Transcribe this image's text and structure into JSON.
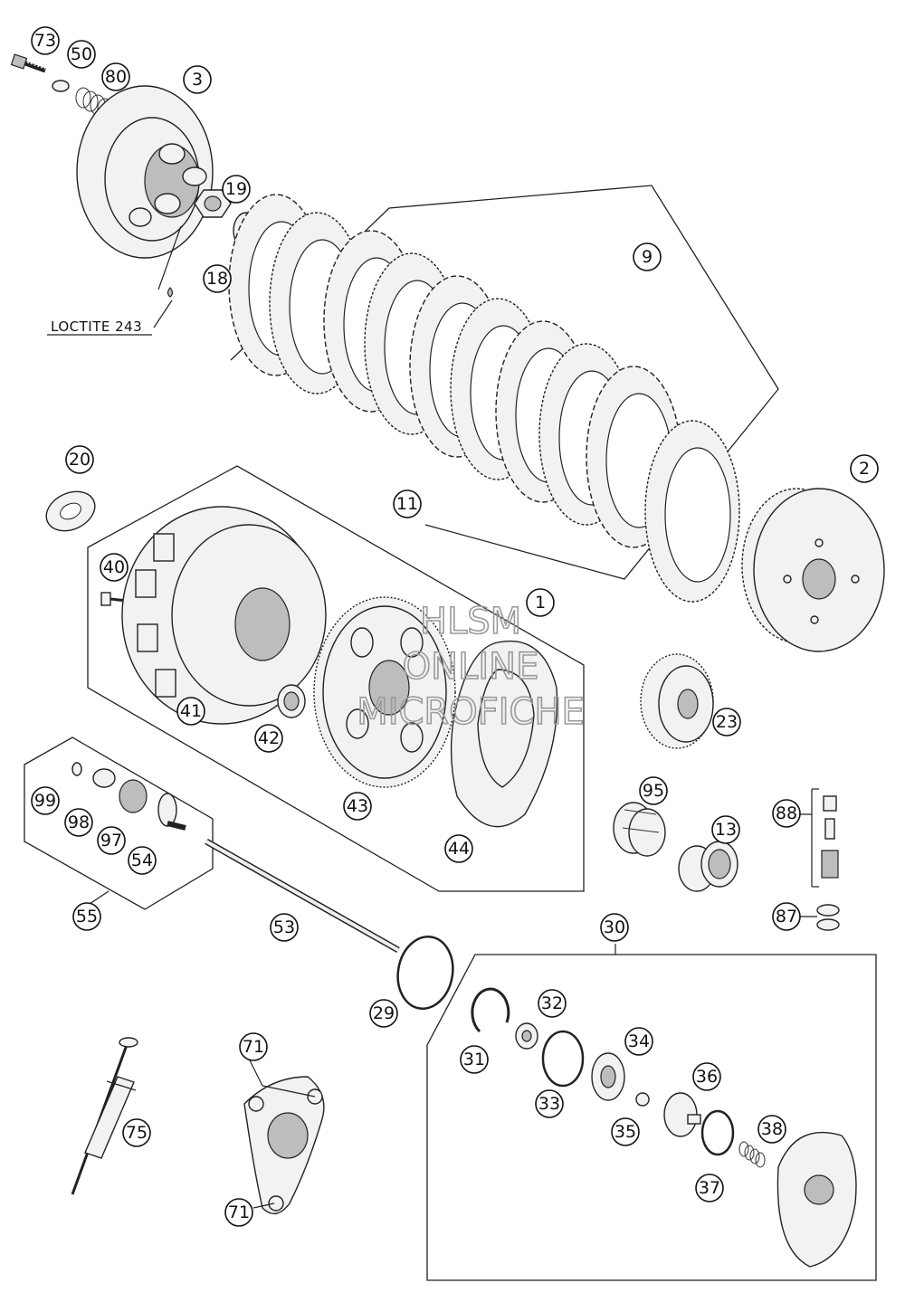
{
  "diagram": {
    "callouts": [
      "73",
      "50",
      "80",
      "3",
      "19",
      "18",
      "9",
      "2",
      "11",
      "20",
      "40",
      "41",
      "42",
      "43",
      "1",
      "44",
      "23",
      "95",
      "13",
      "88",
      "87",
      "99",
      "98",
      "97",
      "54",
      "55",
      "53",
      "29",
      "30",
      "31",
      "32",
      "33",
      "34",
      "35",
      "36",
      "37",
      "38",
      "75",
      "71",
      "71"
    ],
    "annotation_text": "LOCTITE 243",
    "watermark_lines": [
      "HLSM",
      "ONLINE",
      "MICROFICHE"
    ]
  }
}
